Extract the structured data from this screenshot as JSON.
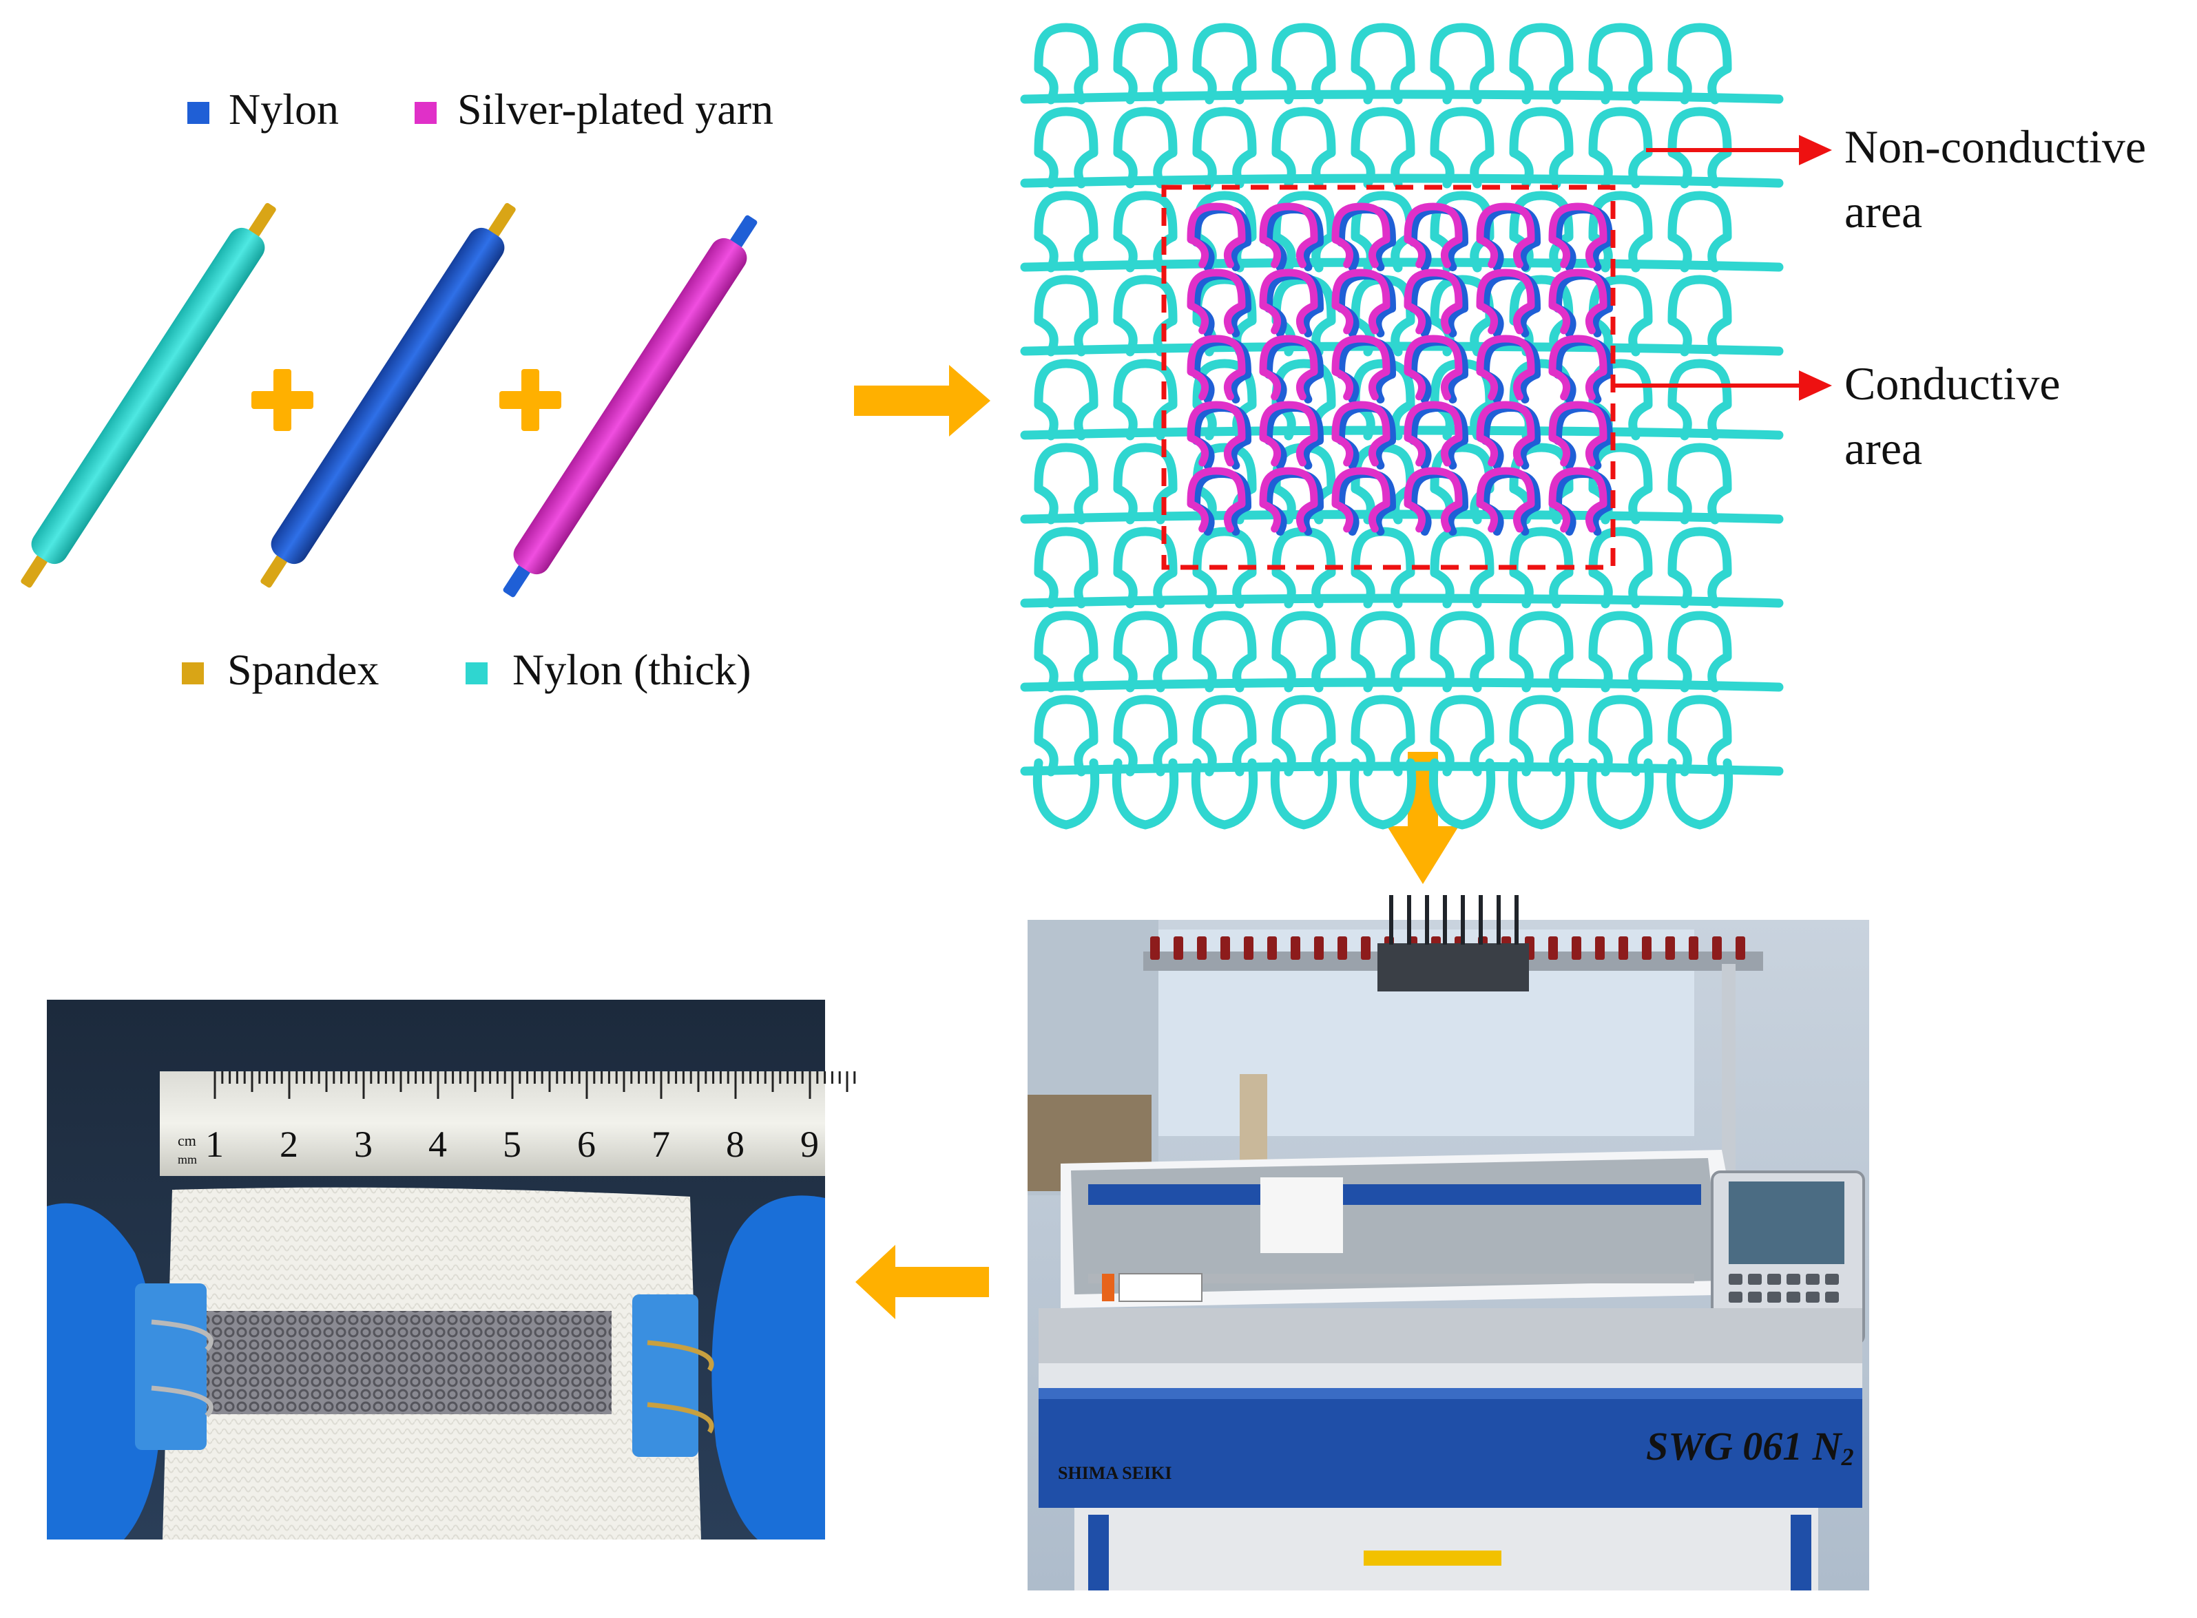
{
  "colors": {
    "nylon": "#1f5fd6",
    "silver_plated_yarn": "#e030c8",
    "spandex": "#d9a516",
    "nylon_thick": "#2fd6d0",
    "arrow_orange": "#ffb000",
    "callout_red": "#ee1111",
    "machine_blue": "#1f4fa8"
  },
  "legend": {
    "nylon": "Nylon",
    "silver_plated_yarn": "Silver-plated yarn",
    "spandex": "Spandex",
    "nylon_thick": "Nylon (thick)"
  },
  "operators": [
    "+",
    "+"
  ],
  "callouts": {
    "non_conductive": [
      "Non-conductive",
      "area"
    ],
    "conductive": [
      "Conductive",
      "area"
    ]
  },
  "ruler": {
    "unit_top": "cm",
    "unit_bottom": "mm",
    "numbers": [
      "1",
      "2",
      "3",
      "4",
      "5",
      "6",
      "7",
      "8",
      "9"
    ]
  },
  "machine": {
    "brand": "SHIMA SEIKI",
    "model": "SWG 061 N",
    "model_sub": "2"
  },
  "icons": [
    "arrow-right-icon",
    "arrow-down-icon",
    "arrow-left-icon",
    "plus-icon"
  ]
}
